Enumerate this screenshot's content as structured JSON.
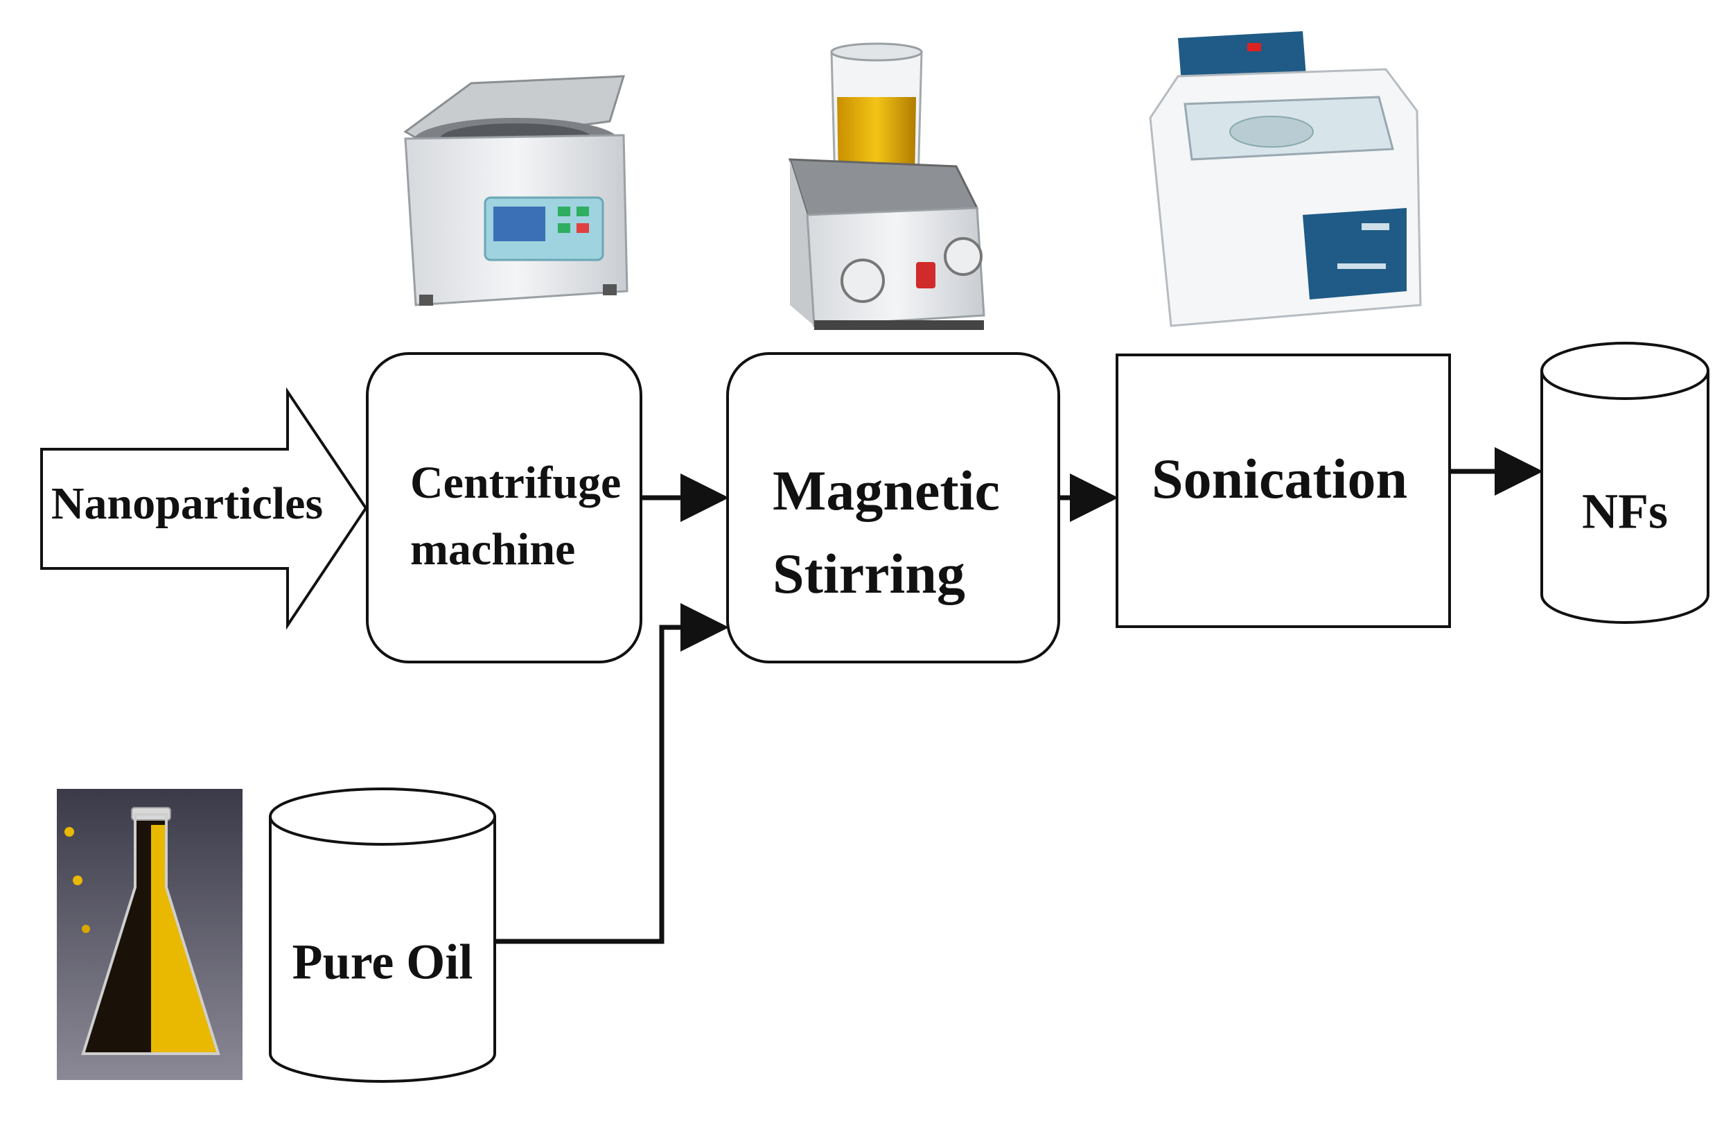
{
  "diagram": {
    "input_label": "Nanoparticles",
    "steps": [
      {
        "id": "centrifuge",
        "label_lines": [
          "Centrifuge",
          "machine"
        ]
      },
      {
        "id": "stirring",
        "label_lines": [
          "Magnetic",
          "Stirring"
        ]
      },
      {
        "id": "sonication",
        "label_lines": [
          "Sonication"
        ]
      }
    ],
    "output_label": "NFs",
    "oil_label": "Pure Oil"
  },
  "icons": {
    "centrifuge_photo": "centrifuge-machine-icon",
    "stirrer_photo": "magnetic-stirrer-icon",
    "sonicator_photo": "ultrasonic-bath-icon",
    "flask_photo": "oil-flask-icon"
  },
  "colors": {
    "line": "#111111",
    "oil_yellow": "#e9b800",
    "oil_dark": "#1a1208",
    "device_body": "#e8eaec",
    "display_blue": "#3b6fb6",
    "button_green": "#2fae62",
    "sonicator_panel": "#1f5b86"
  }
}
